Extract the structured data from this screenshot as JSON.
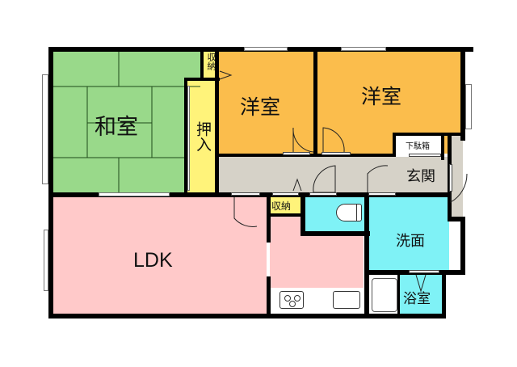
{
  "floor_plan": {
    "title": "",
    "rooms": [
      {
        "id": "washitsu",
        "label": "和室",
        "type": "Japanese-style room (tatami)",
        "color": "#99d98a"
      },
      {
        "id": "oshiire",
        "label": "押入",
        "type": "closet",
        "color": "#fff37a"
      },
      {
        "id": "shuno_top",
        "label": "収納",
        "type": "storage",
        "color": "#fff37a"
      },
      {
        "id": "yoshitsu_1",
        "label": "洋室",
        "type": "Western-style room",
        "color": "#fbbd4c"
      },
      {
        "id": "yoshitsu_2",
        "label": "洋室",
        "type": "Western-style room",
        "color": "#fbbd4c"
      },
      {
        "id": "getabako",
        "label": "下駄箱",
        "type": "shoe cabinet",
        "color": "#ffffff"
      },
      {
        "id": "genkan",
        "label": "玄関",
        "type": "entrance",
        "color": "#d6d2c8"
      },
      {
        "id": "shuno_mid",
        "label": "収納",
        "type": "storage",
        "color": "#fff37a"
      },
      {
        "id": "toilet",
        "label": "",
        "type": "toilet",
        "color": "#7ff2f6"
      },
      {
        "id": "senmen",
        "label": "洗面",
        "type": "washroom",
        "color": "#7ff2f6"
      },
      {
        "id": "yokushitsu",
        "label": "浴室",
        "type": "bathroom",
        "color": "#7ff2f6"
      },
      {
        "id": "ldk",
        "label": "LDK",
        "type": "living/dining/kitchen",
        "color": "#ffc9c9"
      }
    ],
    "colors": {
      "wall": "#000000",
      "hallway": "#d6d2c8",
      "background": "#ffffff"
    }
  }
}
